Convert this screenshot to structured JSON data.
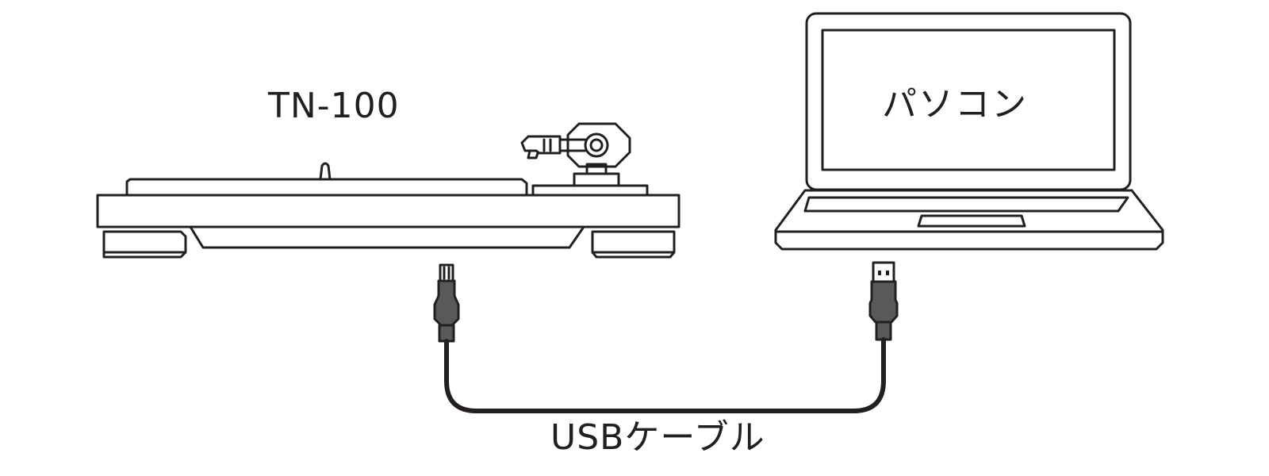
{
  "labels": {
    "turntable": "TN-100",
    "computer": "パソコン",
    "cable": "USBケーブル"
  },
  "colors": {
    "line": "#231f20",
    "plug_fill": "#58595b",
    "background": "#ffffff"
  },
  "icons": {
    "turntable": "turntable-icon",
    "laptop": "laptop-icon",
    "usb_b_plug": "usb-b-plug-icon",
    "usb_a_plug": "usb-a-plug-icon"
  }
}
